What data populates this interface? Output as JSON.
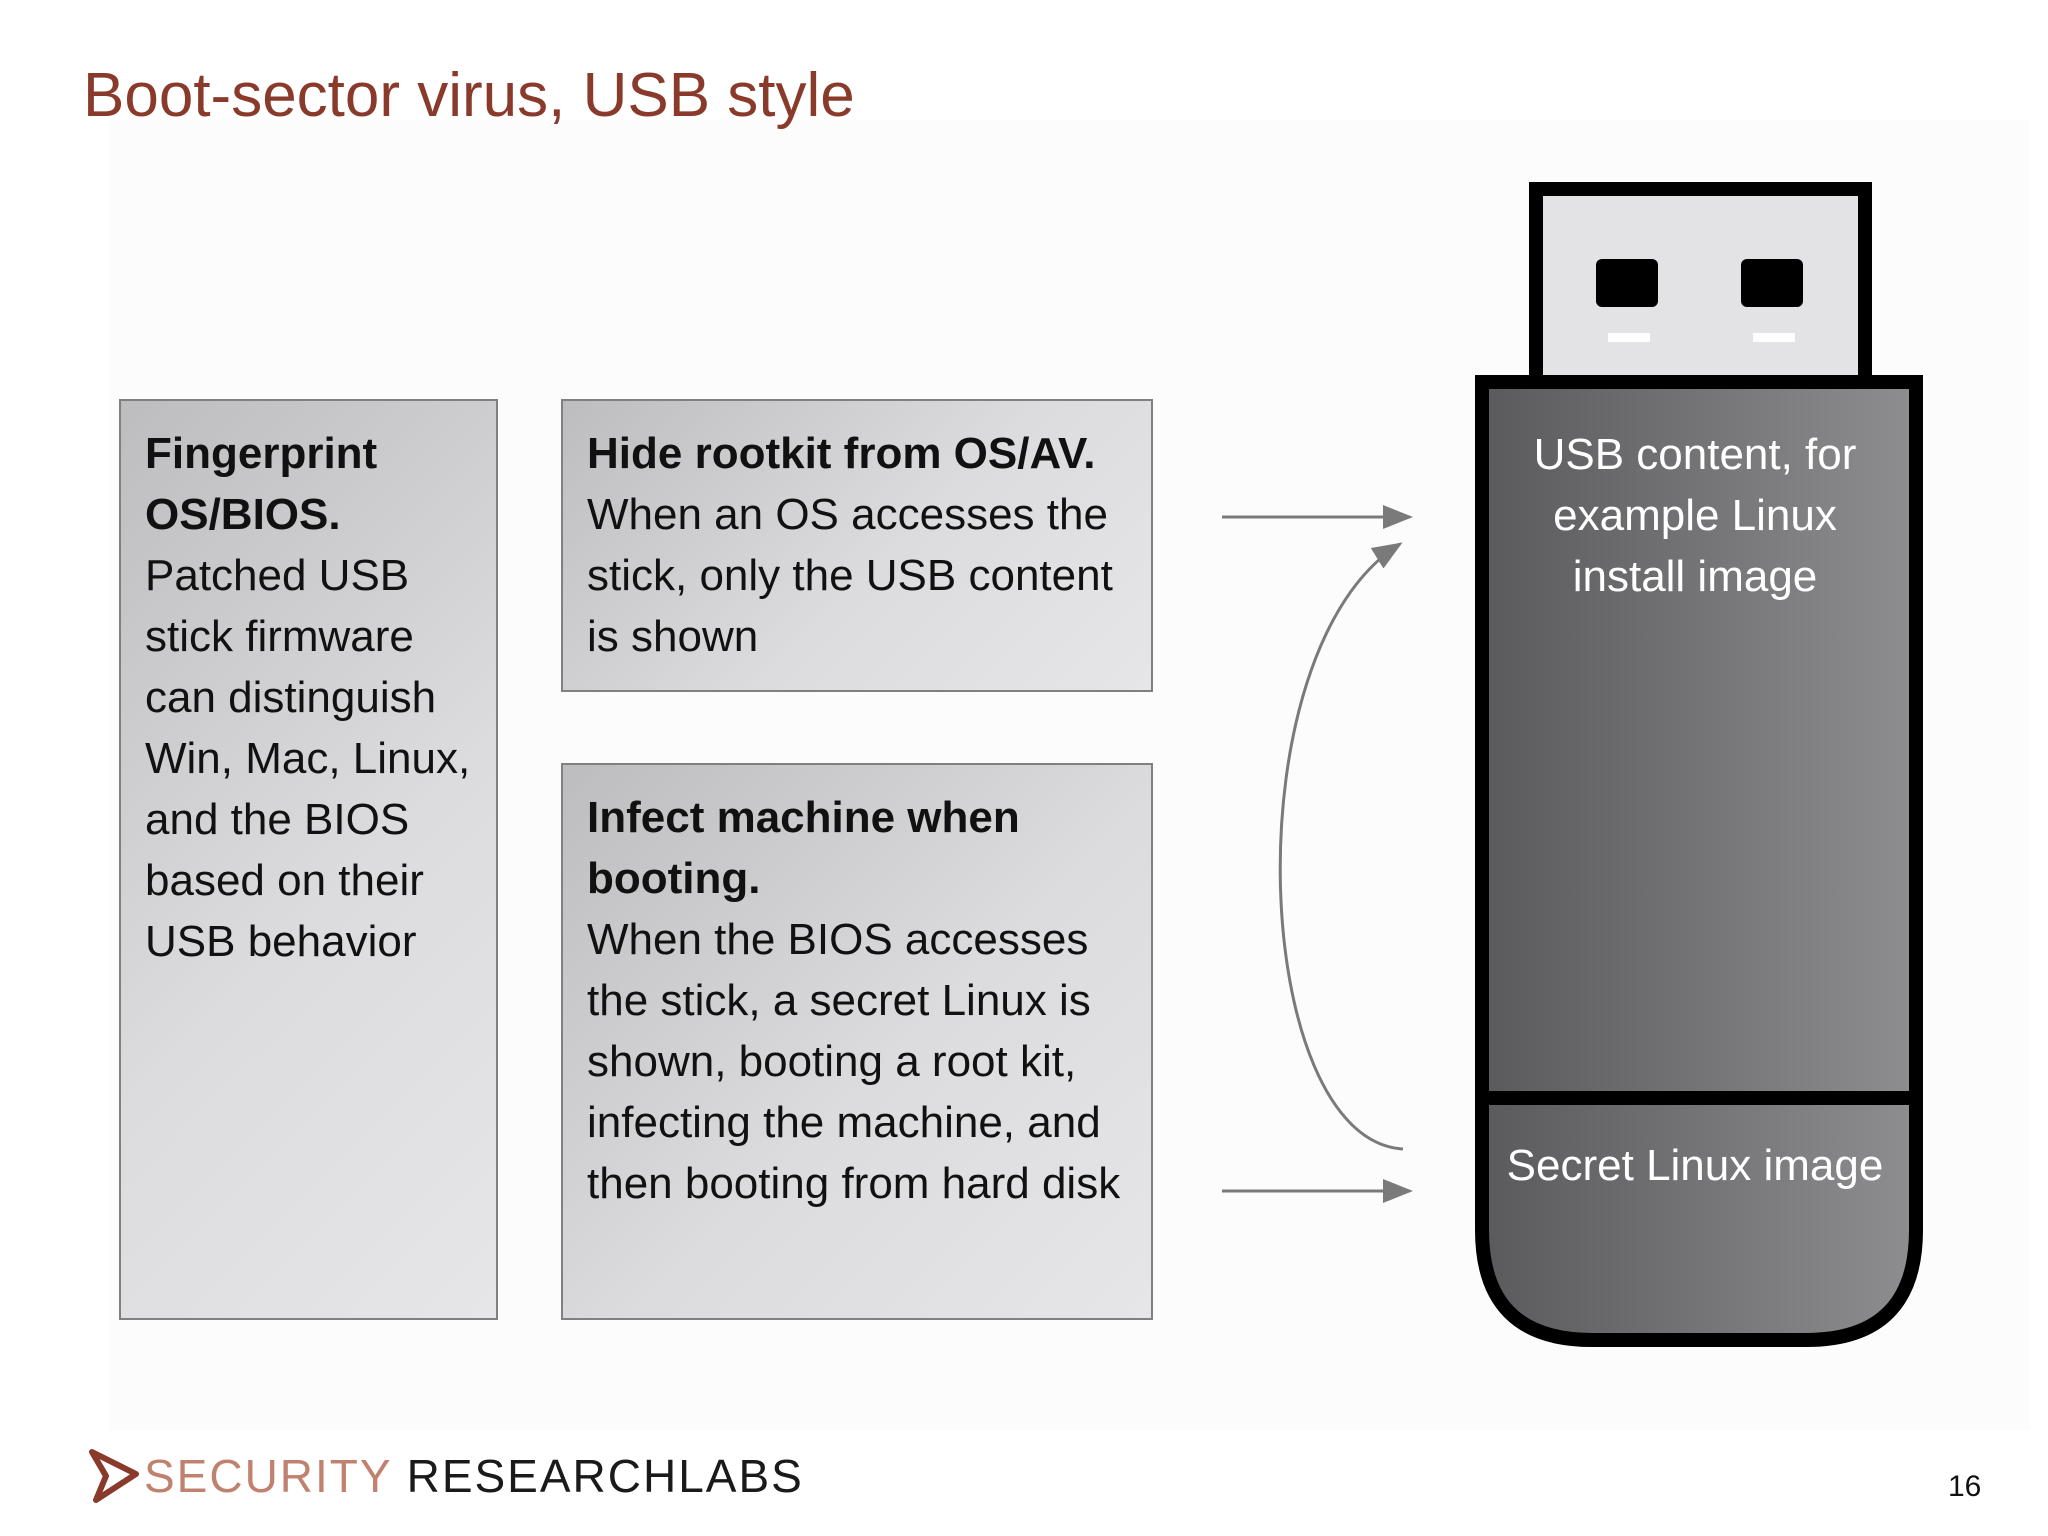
{
  "slide": {
    "title": "Boot-sector virus, USB style",
    "page_number": "16"
  },
  "boxes": {
    "fingerprint": {
      "head": "Fingerprint OS/BIOS.",
      "body": "Patched USB stick firmware can distinguish Win, Mac, Linux, and the BIOS based on their USB behavior"
    },
    "hide": {
      "head": "Hide rootkit from OS/AV.",
      "body": "When an OS accesses the stick, only the USB content is shown"
    },
    "infect": {
      "head": "Infect machine when booting.",
      "body": "When the BIOS accesses the stick, a secret Linux is shown, booting a root kit, infecting the machine, and then booting from hard disk"
    }
  },
  "usb": {
    "main_label": "USB content, for example Linux install image",
    "secret_label": "Secret Linux image"
  },
  "footer": {
    "logo_left": "SECURITY",
    "logo_right": "RESEARCHLABS"
  },
  "colors": {
    "title": "#8a3a2a",
    "logo_accent": "#c0826f",
    "usb_body_dark": "#5a595b",
    "usb_body_light": "#8e8d8f"
  }
}
